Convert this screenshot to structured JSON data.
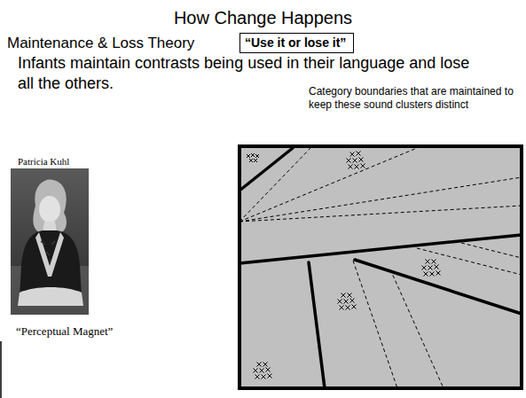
{
  "diagram": {
    "title": "How Change Happens",
    "nodes": [
      {
        "text": [
          "“Use it or lose it”"
        ]
      }
    ],
    "labels": [
      "Maintenance & Loss Theory",
      "Infants maintain contrasts being used in their language and lose all the others.",
      "Category boundaries that are maintained to keep these sound clusters distinct",
      "Patricia Kuhl",
      "“Perceptual Magnet”"
    ]
  }
}
